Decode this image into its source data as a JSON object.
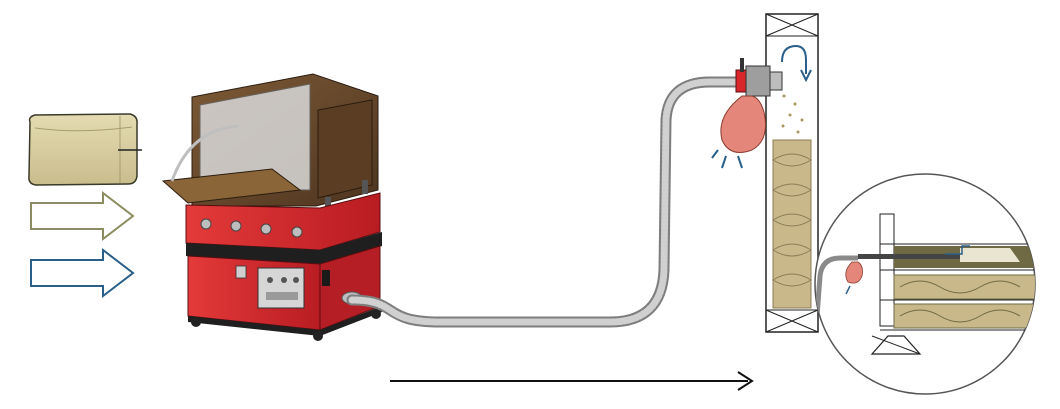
{
  "diagram": {
    "components": [
      {
        "id": "insulation-bale",
        "kind": "material"
      },
      {
        "id": "arrow-outline-olive",
        "kind": "flow-arrow"
      },
      {
        "id": "arrow-outline-blue",
        "kind": "flow-arrow"
      },
      {
        "id": "blowing-machine",
        "kind": "machine"
      },
      {
        "id": "delivery-hose",
        "kind": "hose"
      },
      {
        "id": "wall-cavity",
        "kind": "structure"
      },
      {
        "id": "injection-nozzle",
        "kind": "tool"
      },
      {
        "id": "detail-circle",
        "kind": "inset"
      },
      {
        "id": "process-arrow",
        "kind": "direction-arrow"
      }
    ],
    "colors": {
      "machine_red": "#d8262b",
      "hopper_brown": "#6b4a2b",
      "bale": "#d9cfa3",
      "olive_arrow": "#8c8c62",
      "blue_arrow": "#2a5f8a",
      "insulation": "#c9b98a",
      "hose": "#9a9a9a"
    }
  }
}
